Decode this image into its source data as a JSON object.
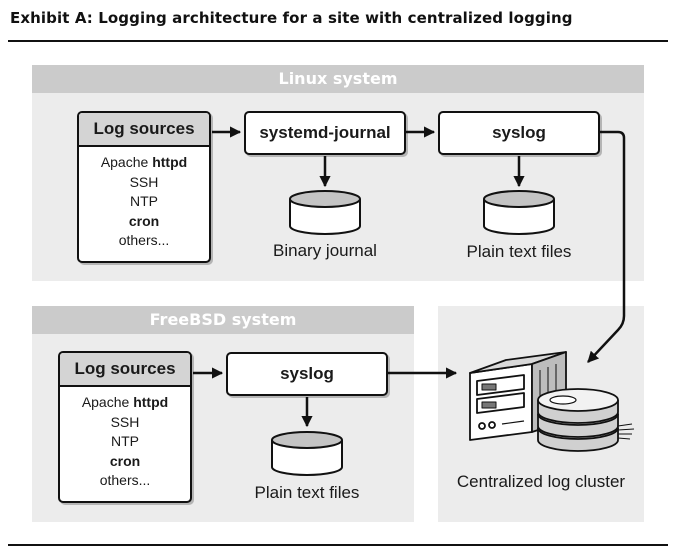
{
  "title": "Exhibit A: Logging architecture for a site with centralized logging",
  "linux": {
    "header": "Linux system",
    "log_sources": {
      "title": "Log sources",
      "items": [
        {
          "text": "Apache ",
          "bold": "httpd"
        },
        {
          "text": "SSH",
          "bold": ""
        },
        {
          "text": "NTP",
          "bold": ""
        },
        {
          "text": "",
          "bold": "cron"
        },
        {
          "text": "others...",
          "bold": ""
        }
      ]
    },
    "journal_node": "systemd-journal",
    "syslog_node": "syslog",
    "journal_store": "Binary journal",
    "syslog_store": "Plain text files"
  },
  "freebsd": {
    "header": "FreeBSD system",
    "log_sources": {
      "title": "Log sources",
      "items": [
        {
          "text": "Apache ",
          "bold": "httpd"
        },
        {
          "text": "SSH",
          "bold": ""
        },
        {
          "text": "NTP",
          "bold": ""
        },
        {
          "text": "",
          "bold": "cron"
        },
        {
          "text": "others...",
          "bold": ""
        }
      ]
    },
    "syslog_node": "syslog",
    "syslog_store": "Plain text files"
  },
  "cluster": {
    "label": "Centralized log cluster"
  }
}
